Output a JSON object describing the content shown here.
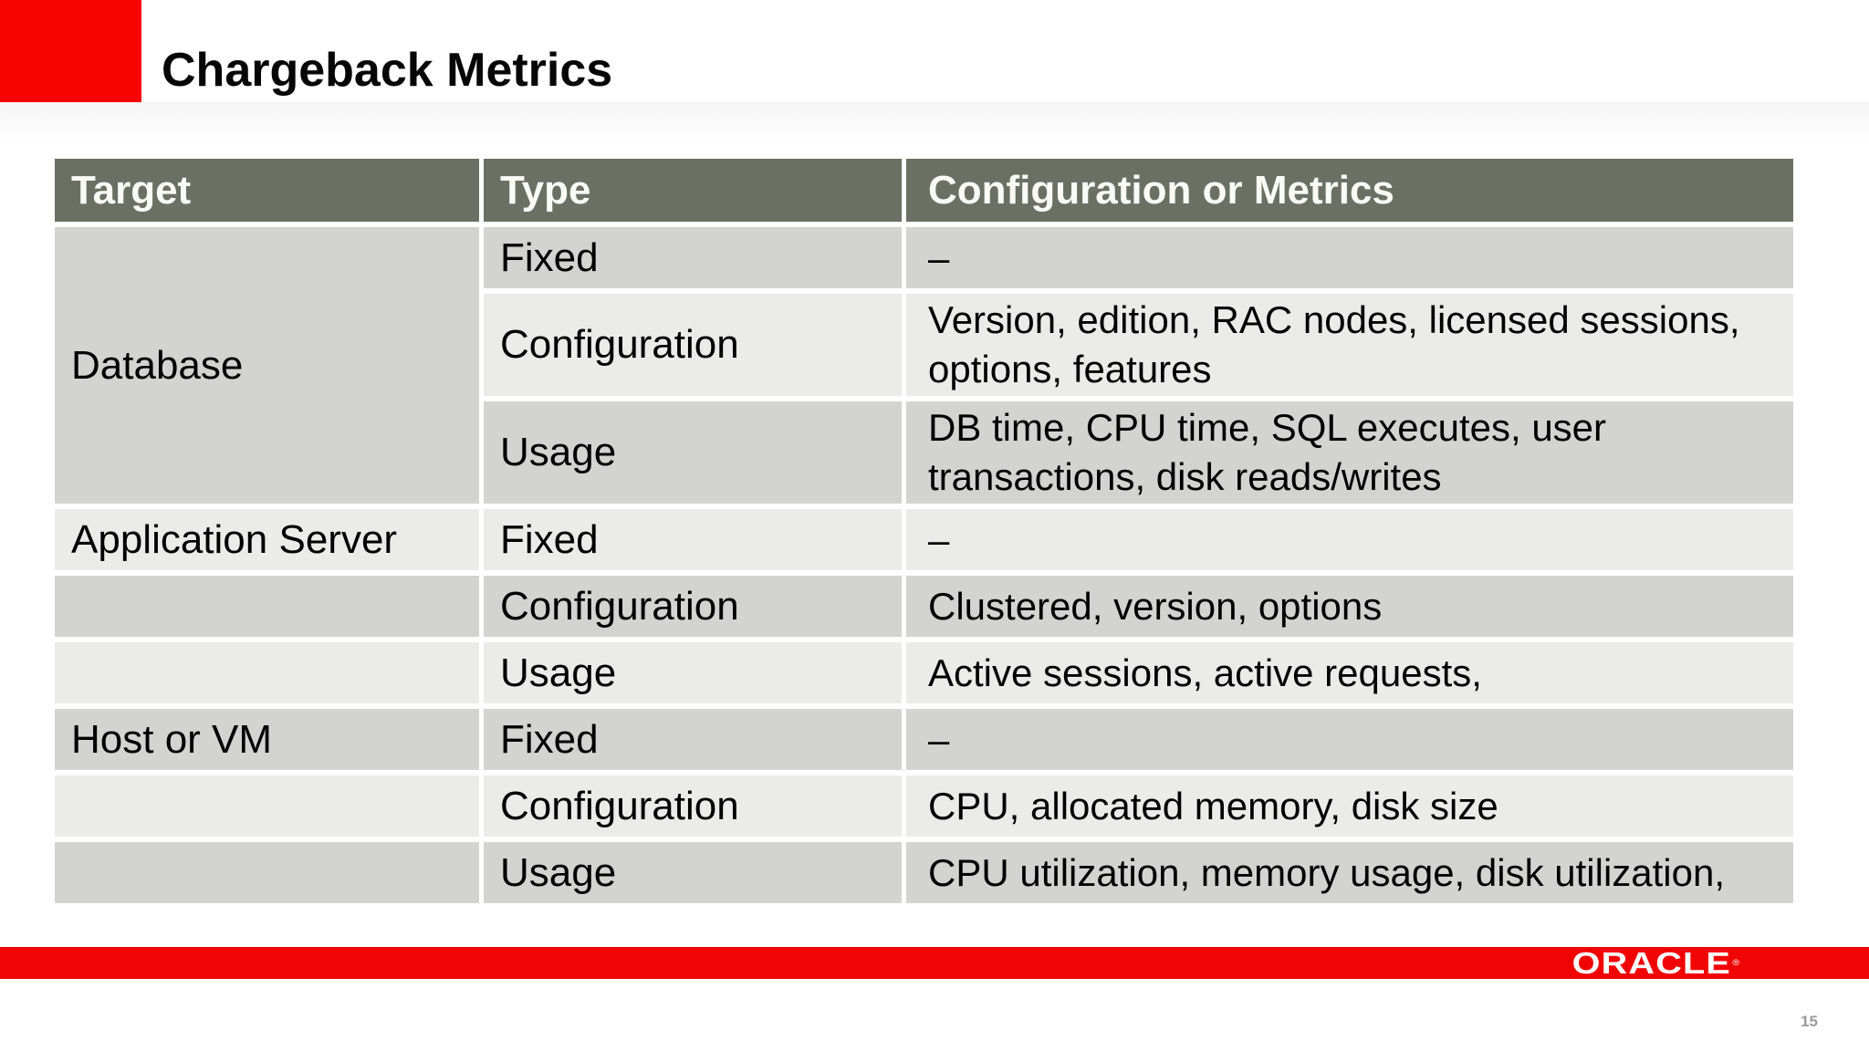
{
  "slide": {
    "title": "Chargeback Metrics",
    "page_number": "15",
    "footer_logo": "ORACLE",
    "footer_logo_mark": "®"
  },
  "colors": {
    "brand_red_square": "#f80400",
    "footer_bar_red": "#f10404",
    "table_header_bg": "#6a7164",
    "table_header_text": "#fbfbf6",
    "row_band_dark": "#d3d3d1",
    "row_band_light": "#ebebe9",
    "page_number_gray": "#9b9b9b"
  },
  "chart_data": {
    "type": "table",
    "title": "Chargeback Metrics",
    "headers": [
      "Target",
      "Type",
      "Configuration or Metrics"
    ],
    "rows": [
      {
        "target": "Database",
        "type": "Fixed",
        "metrics": "–"
      },
      {
        "target": "Database",
        "type": "Configuration",
        "metrics": "Version, edition, RAC nodes, licensed sessions, options, features"
      },
      {
        "target": "Database",
        "type": "Usage",
        "metrics": "DB time, CPU time, SQL executes, user transactions, disk reads/writes"
      },
      {
        "target": "Application Server",
        "type": "Fixed",
        "metrics": "–"
      },
      {
        "target": "",
        "type": "Configuration",
        "metrics": "Clustered, version, options"
      },
      {
        "target": "",
        "type": "Usage",
        "metrics": "Active sessions, active requests,"
      },
      {
        "target": "Host or VM",
        "type": "Fixed",
        "metrics": "–"
      },
      {
        "target": "",
        "type": "Configuration",
        "metrics": "CPU, allocated memory, disk size"
      },
      {
        "target": "",
        "type": "Usage",
        "metrics": "CPU utilization, memory usage, disk utilization,"
      }
    ]
  },
  "table": {
    "headers": [
      "Target",
      "Type",
      "Configuration or Metrics"
    ],
    "rows": [
      {
        "target": "Database",
        "type": "Fixed",
        "metrics": "–"
      },
      {
        "type": "Configuration",
        "metrics": "Version, edition, RAC nodes, licensed sessions, options, features"
      },
      {
        "type": "Usage",
        "metrics": "DB time, CPU time, SQL executes, user transactions, disk reads/writes"
      },
      {
        "target": "Application Server",
        "type": "Fixed",
        "metrics": "–"
      },
      {
        "target": "",
        "type": "Configuration",
        "metrics": "Clustered, version, options"
      },
      {
        "target": "",
        "type": "Usage",
        "metrics": "Active sessions, active requests,"
      },
      {
        "target": "Host or VM",
        "type": "Fixed",
        "metrics": "–"
      },
      {
        "target": "",
        "type": "Configuration",
        "metrics": "CPU, allocated memory, disk size"
      },
      {
        "target": "",
        "type": "Usage",
        "metrics": "CPU utilization, memory usage, disk utilization,"
      }
    ]
  }
}
